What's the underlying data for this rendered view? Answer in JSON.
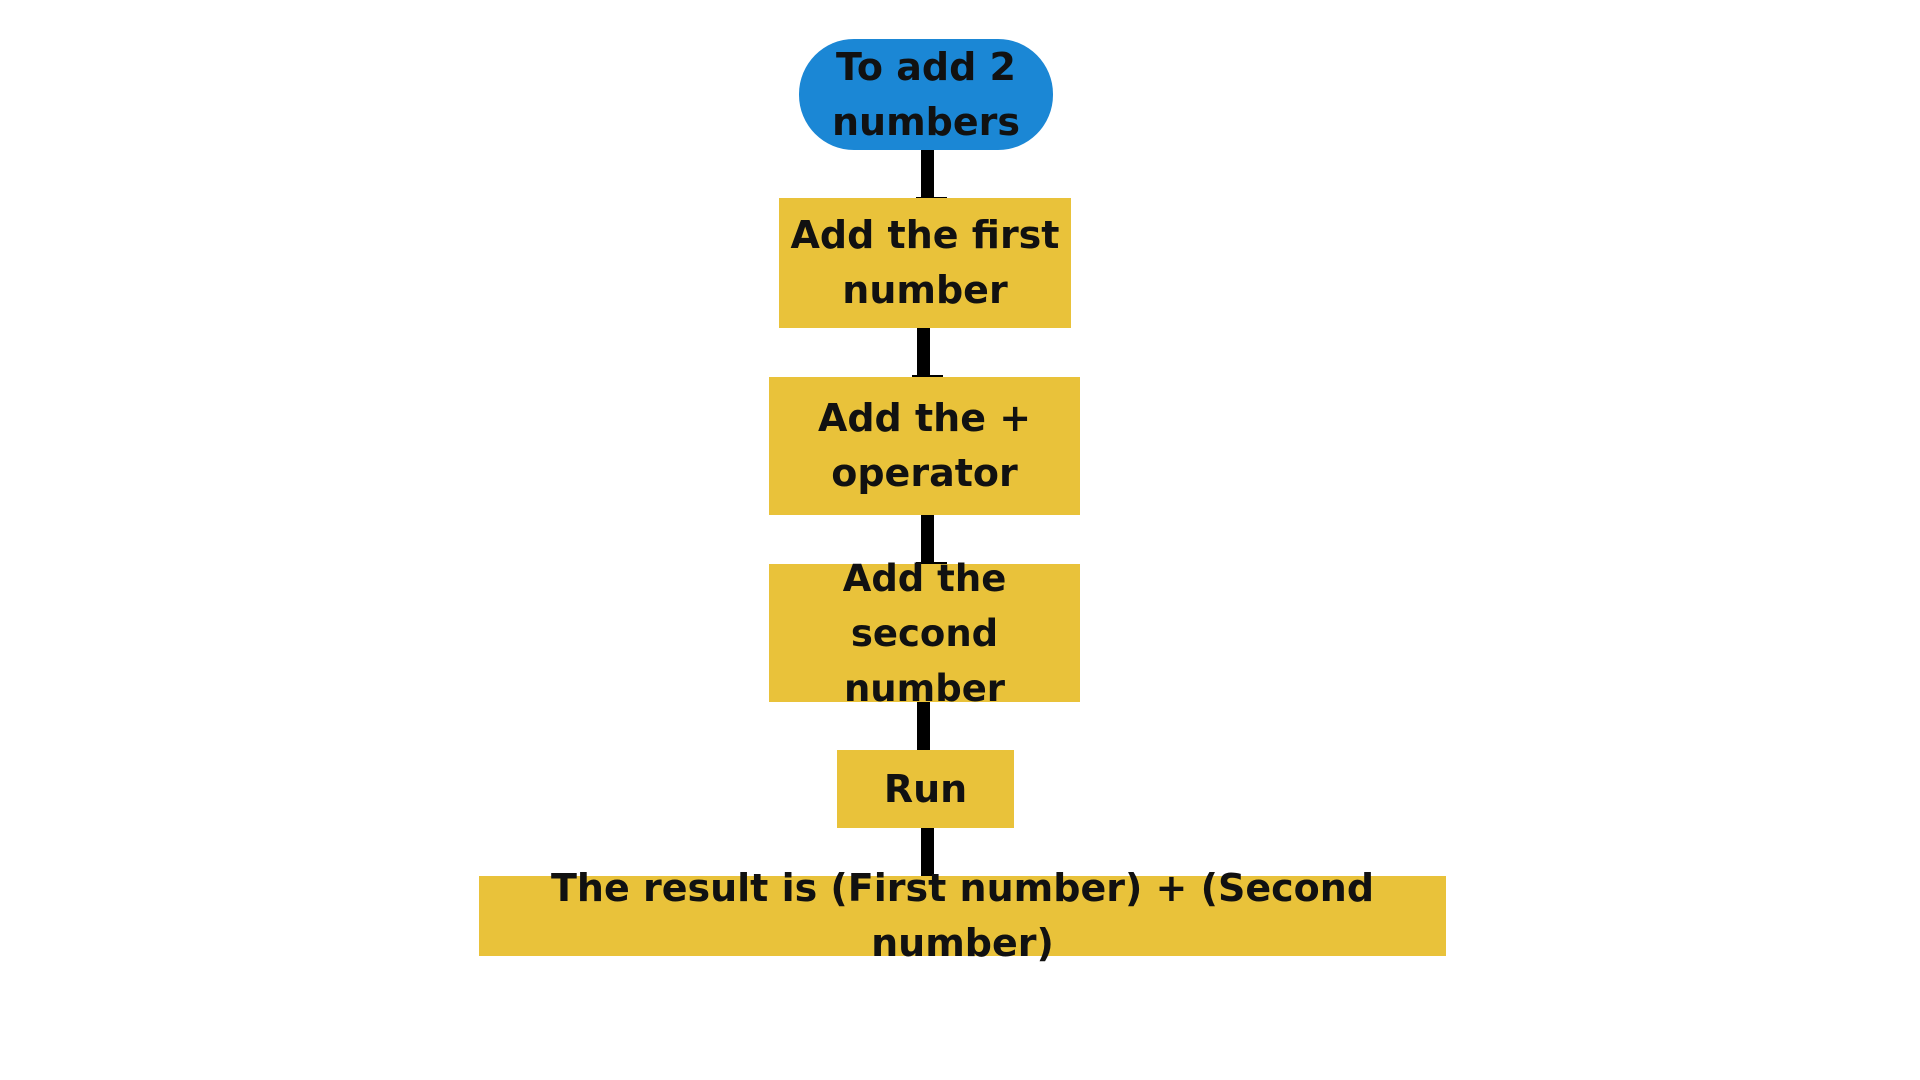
{
  "flowchart": {
    "colors": {
      "start": "#1b87d5",
      "process": "#e9c23a",
      "connector": "#000000",
      "text": "#111111"
    },
    "nodes": [
      {
        "id": "start",
        "shape": "terminator",
        "lines": [
          "To add 2",
          "numbers"
        ]
      },
      {
        "id": "first-number",
        "shape": "process",
        "lines": [
          "Add the first",
          "number"
        ]
      },
      {
        "id": "operator",
        "shape": "process",
        "lines": [
          "Add the +",
          "operator"
        ]
      },
      {
        "id": "second-number",
        "shape": "process",
        "lines": [
          "Add the second",
          "number"
        ]
      },
      {
        "id": "run",
        "shape": "process",
        "lines": [
          "Run"
        ]
      },
      {
        "id": "result",
        "shape": "process",
        "lines": [
          "The result is (First number) + (Second number)"
        ]
      }
    ]
  }
}
